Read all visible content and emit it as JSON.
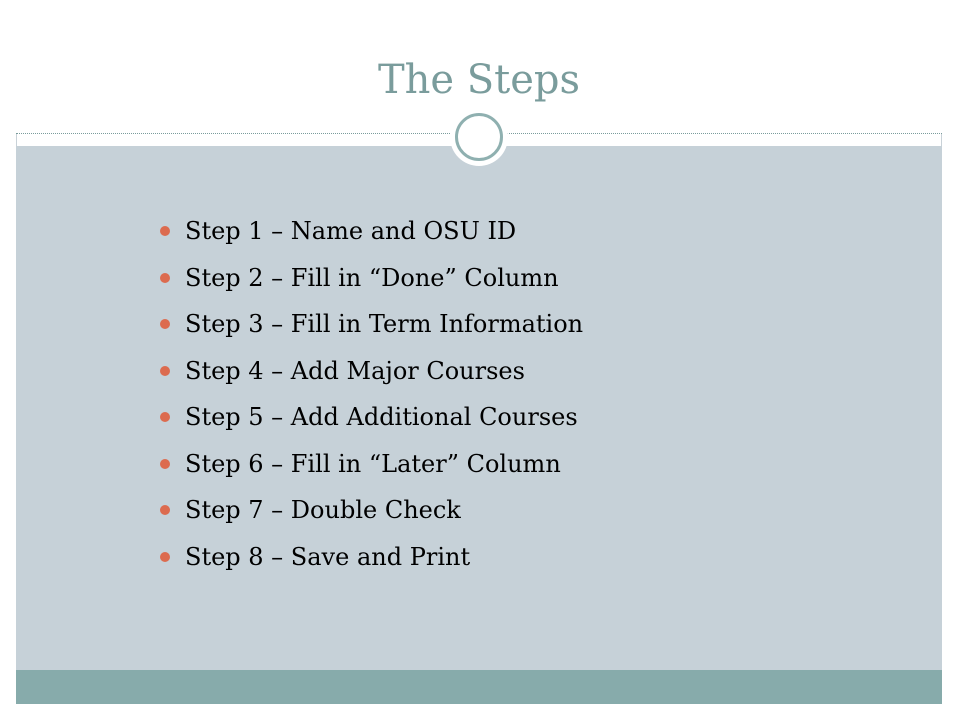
{
  "slide": {
    "title": "The Steps",
    "accent_color": "#7a9c9c",
    "bullet_color": "#dc6b4f",
    "content_background": "#c6d1d8",
    "footer_color": "#87abab",
    "steps": [
      "Step 1 – Name and OSU ID",
      "Step 2 – Fill in “Done” Column",
      "Step 3 – Fill in Term Information",
      "Step 4 – Add Major Courses",
      "Step 5 – Add Additional Courses",
      "Step 6 – Fill in “Later” Column",
      "Step 7 – Double Check",
      "Step 8 – Save and Print"
    ]
  }
}
